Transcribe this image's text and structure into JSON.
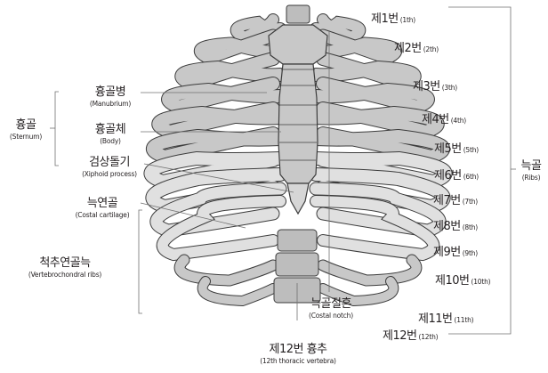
{
  "left_labels": {
    "sternum": {
      "ko": "흉골",
      "en": "(Sternum)"
    },
    "manubrium": {
      "ko": "흉골병",
      "en": "(Manubrium)"
    },
    "body": {
      "ko": "흉골체",
      "en": "(Body)"
    },
    "xiphoid": {
      "ko": "검상돌기",
      "en": "(Xiphoid process)"
    },
    "costal_cartilage": {
      "ko": "늑연골",
      "en": "(Costal cartilage)"
    },
    "vertebrochondral": {
      "ko": "척추연골늑",
      "en": "(Vertebrochondral ribs)"
    }
  },
  "bottom_labels": {
    "costal_notch": {
      "ko": "늑골절흔",
      "en": "(Costal notch)"
    },
    "thoracic_vertebra": {
      "ko": "제12번 흉추",
      "en": "(12th thoracic vertebra)"
    }
  },
  "ribs_label": {
    "ko": "늑골",
    "en": "(Ribs)"
  },
  "rib_labels": [
    {
      "ko": "제1번",
      "en": "(1th)"
    },
    {
      "ko": "제2번",
      "en": "(2th)"
    },
    {
      "ko": "제3번",
      "en": "(3th)"
    },
    {
      "ko": "제4번",
      "en": "(4th)"
    },
    {
      "ko": "제5번",
      "en": "(5th)"
    },
    {
      "ko": "제6번",
      "en": "(6th)"
    },
    {
      "ko": "제7번",
      "en": "(7th)"
    },
    {
      "ko": "제8번",
      "en": "(8th)"
    },
    {
      "ko": "제9번",
      "en": "(9th)"
    },
    {
      "ko": "제10번",
      "en": "(10th)"
    },
    {
      "ko": "제11번",
      "en": "(11th)"
    },
    {
      "ko": "제12번",
      "en": "(12th)"
    }
  ],
  "colors": {
    "bone": "#c8c8c8",
    "bone_light": "#e0e0e0",
    "bone_outline": "#3c3c3c",
    "leader": "#707070",
    "text": "#231f20"
  }
}
